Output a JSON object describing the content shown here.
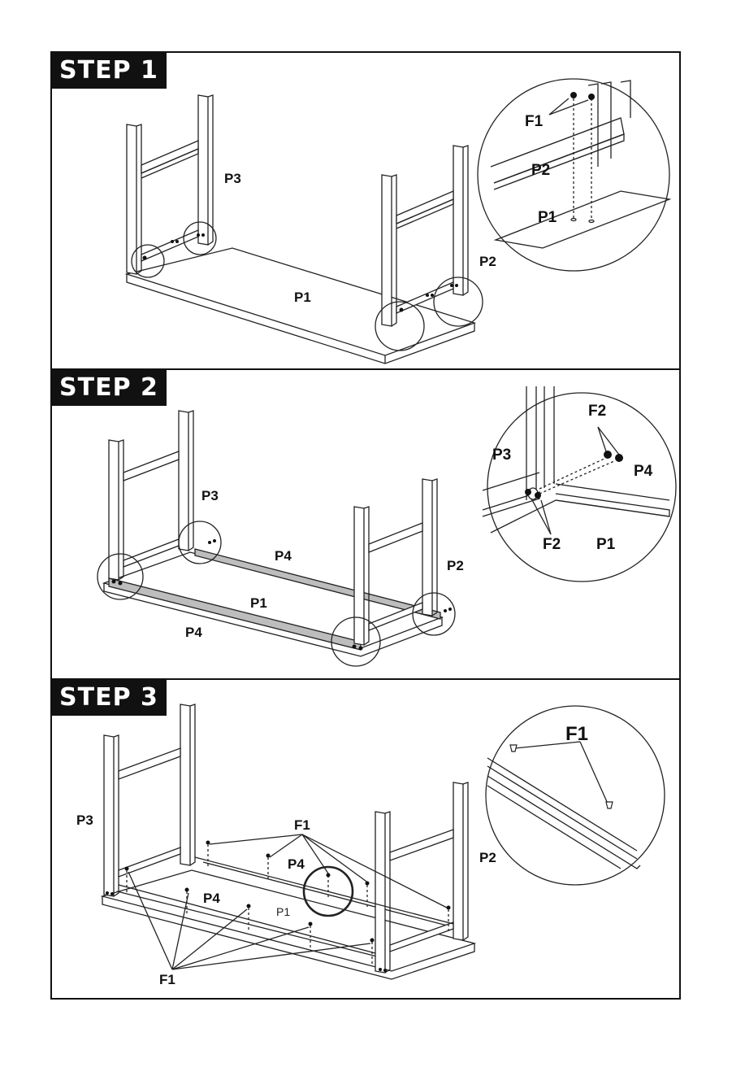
{
  "steps": [
    {
      "title": "STEP 1",
      "labels": {
        "p3": "P3",
        "p2": "P2",
        "p1": "P1"
      },
      "detail": {
        "f1": "F1",
        "p2": "P2",
        "p1": "P1"
      }
    },
    {
      "title": "STEP 2",
      "labels": {
        "p3": "P3",
        "p4_back": "P4",
        "p1": "P1",
        "p4_front": "P4",
        "p2": "P2"
      },
      "detail": {
        "f2_top": "F2",
        "p3": "P3",
        "p4": "P4",
        "f2_bottom": "F2",
        "p1": "P1"
      }
    },
    {
      "title": "STEP 3",
      "labels": {
        "p3": "P3",
        "f1_top": "F1",
        "p4_back": "P4",
        "p4_front": "P4",
        "p1": "P1",
        "f1_bottom": "F1",
        "p2": "P2"
      },
      "detail": {
        "f1": "F1"
      }
    }
  ]
}
